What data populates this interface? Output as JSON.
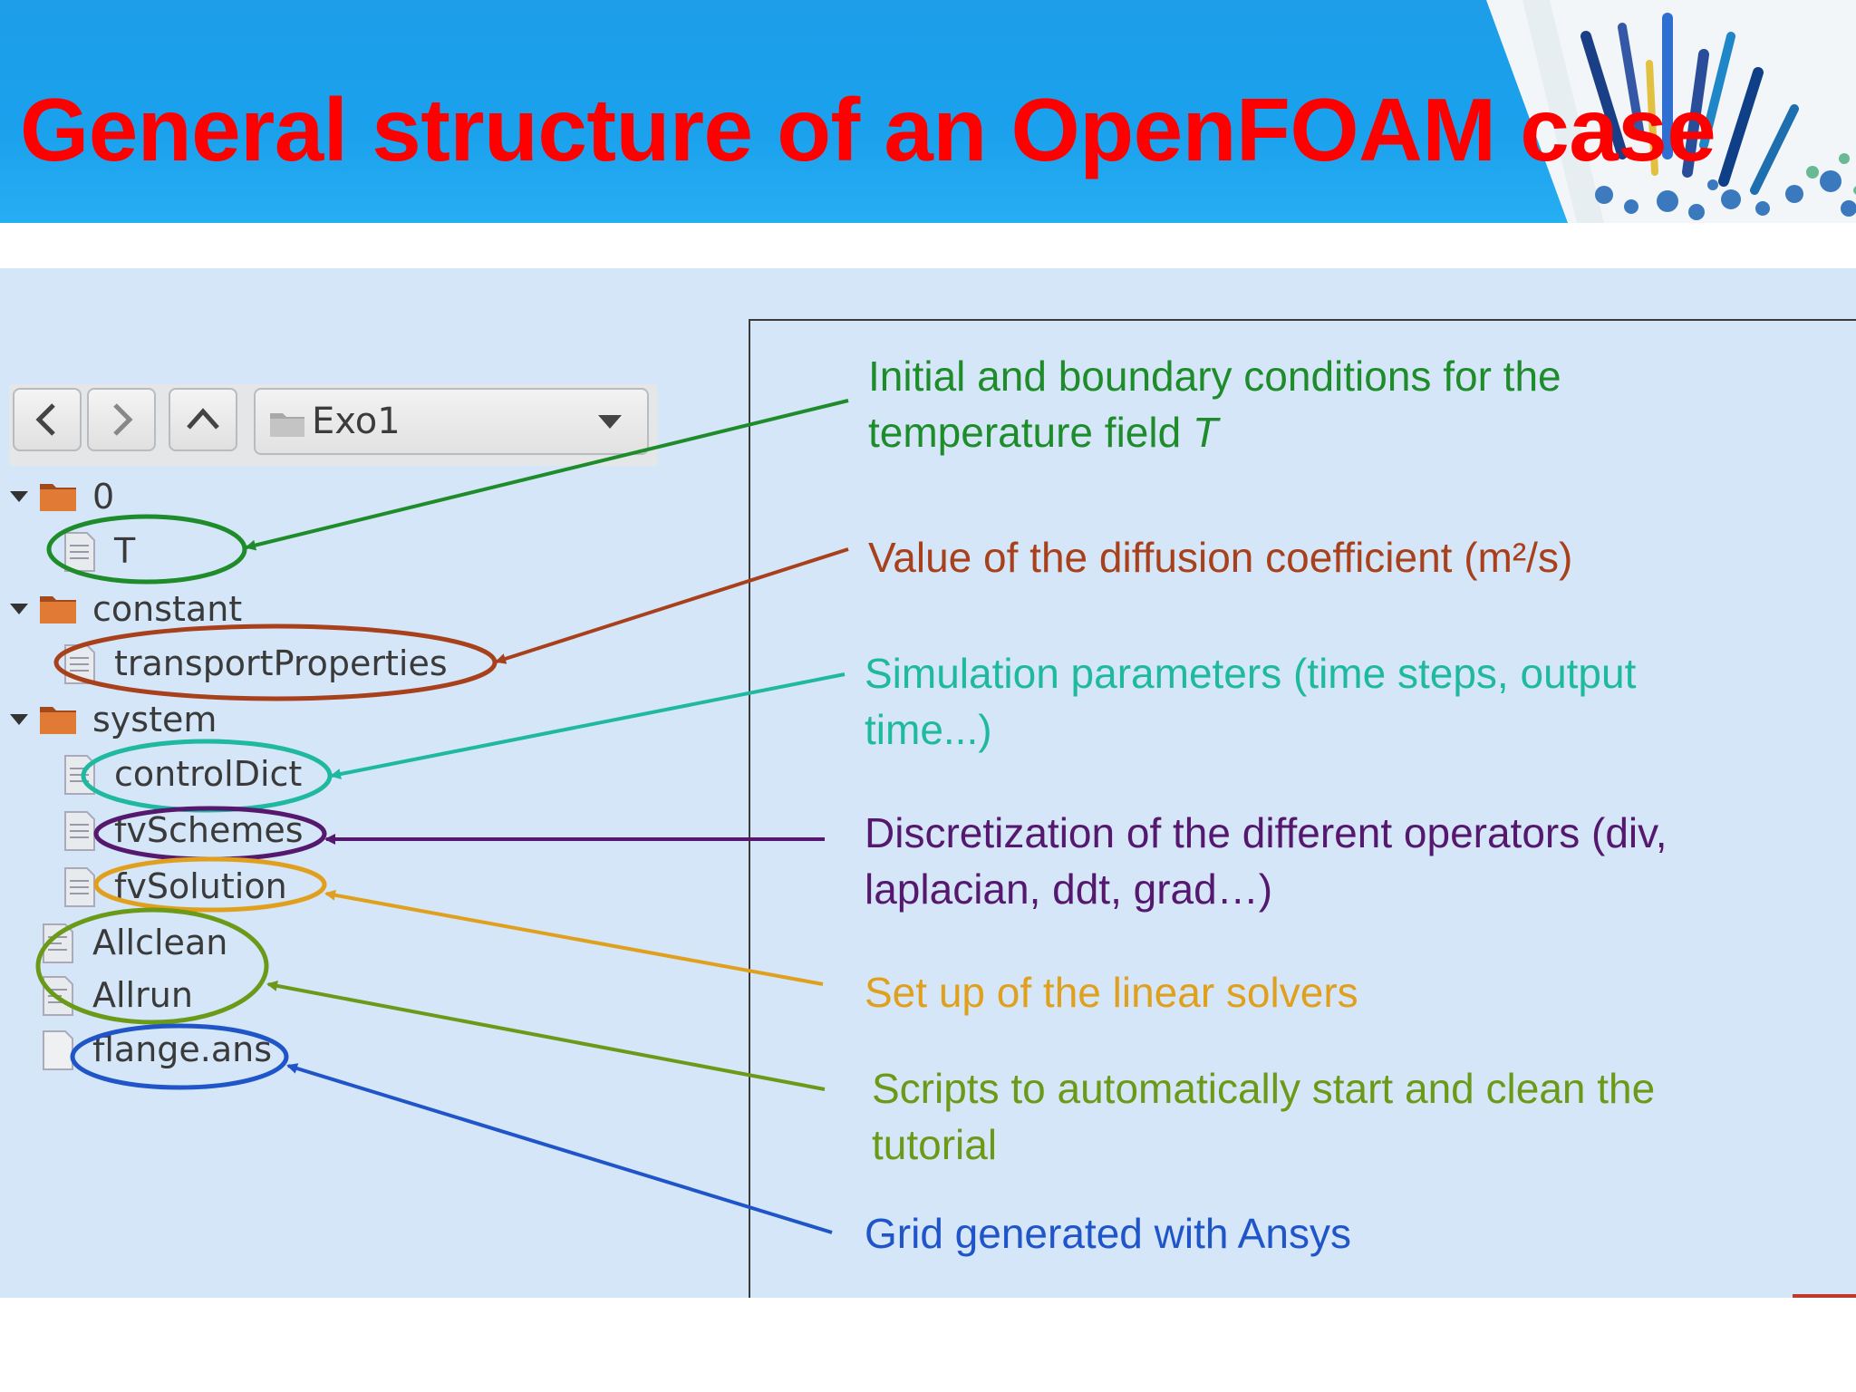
{
  "slide": {
    "title": "General structure of an OpenFOAM case"
  },
  "browser": {
    "back_icon": "chevron-left-icon",
    "forward_icon": "chevron-right-icon",
    "up_icon": "chevron-up-icon",
    "path": "Exo1",
    "tree": [
      {
        "label": "0",
        "type": "folder",
        "expanded": true
      },
      {
        "label": "T",
        "type": "file"
      },
      {
        "label": "constant",
        "type": "folder",
        "expanded": true
      },
      {
        "label": "transportProperties",
        "type": "file"
      },
      {
        "label": "system",
        "type": "folder",
        "expanded": true
      },
      {
        "label": "controlDict",
        "type": "file"
      },
      {
        "label": "fvSchemes",
        "type": "file"
      },
      {
        "label": "fvSolution",
        "type": "file"
      },
      {
        "label": "Allclean",
        "type": "file"
      },
      {
        "label": "Allrun",
        "type": "file"
      },
      {
        "label": "flange.ans",
        "type": "file"
      }
    ]
  },
  "annotations": [
    {
      "lines": [
        "Initial and boundary conditions for the",
        "temperature field T"
      ],
      "color": "#1e8c2a"
    },
    {
      "lines": [
        "Value of the diffusion coefficient (m²/s)"
      ],
      "color": "#a8401c"
    },
    {
      "lines": [
        "Simulation parameters (time steps, output",
        "time...)"
      ],
      "color": "#1fb8a0"
    },
    {
      "lines": [
        "Discretization of the different operators (div,",
        "laplacian, ddt, grad…)"
      ],
      "color": "#55186e"
    },
    {
      "lines": [
        "Set up of the linear solvers"
      ],
      "color": "#e0a01e"
    },
    {
      "lines": [
        "Scripts to automatically start and clean the",
        "tutorial"
      ],
      "color": "#6a9a18"
    },
    {
      "lines": [
        "Grid generated with Ansys"
      ],
      "color": "#1f55c8"
    }
  ],
  "colors": {
    "banner": "#1aa0ec",
    "title": "#ff0000",
    "panel": "#d4e6f7"
  }
}
